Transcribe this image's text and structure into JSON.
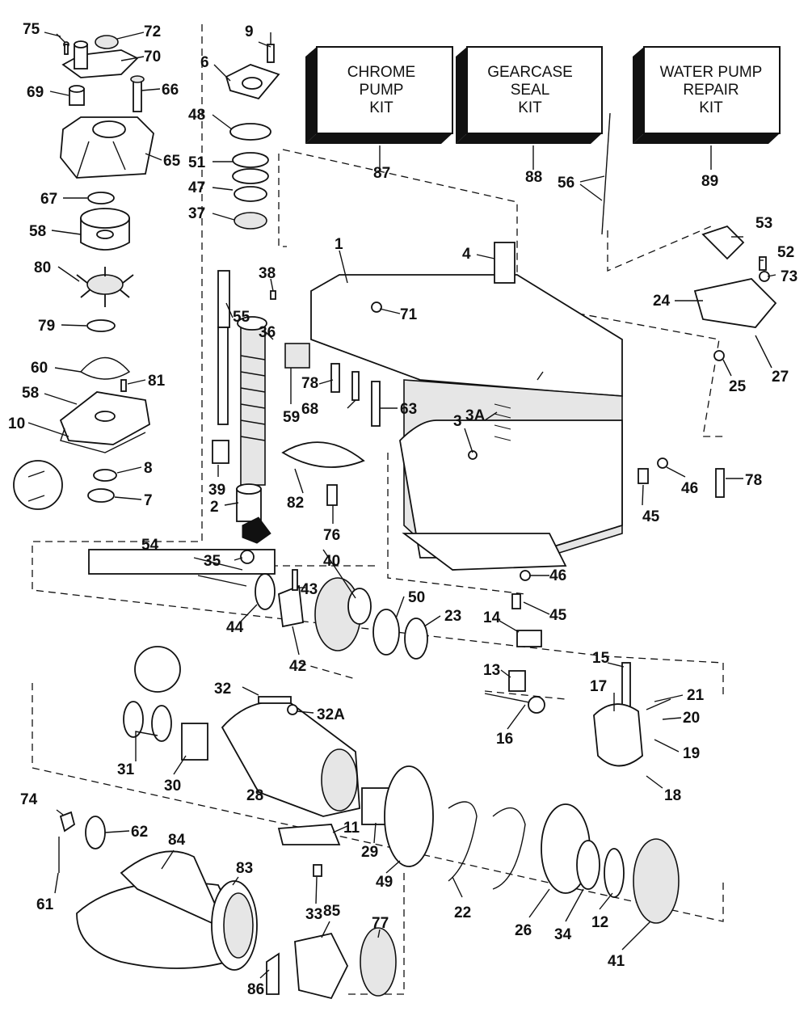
{
  "kits": [
    {
      "id": "chrome-pump-kit",
      "lines": [
        "CHROME",
        "PUMP",
        "KIT"
      ],
      "number": "87"
    },
    {
      "id": "gearcase-seal-kit",
      "lines": [
        "GEARCASE",
        "SEAL",
        "KIT"
      ],
      "number": "88"
    },
    {
      "id": "water-pump-repair-kit",
      "lines": [
        "WATER PUMP",
        "REPAIR",
        "KIT"
      ],
      "number": "89"
    }
  ],
  "labels": {
    "p1": "1",
    "p2": "2",
    "p3": "3",
    "p3a": "3A",
    "p4": "4",
    "p6": "6",
    "p7": "7",
    "p8": "8",
    "p9": "9",
    "p10": "10",
    "p11": "11",
    "p12": "12",
    "p13": "13",
    "p14": "14",
    "p15": "15",
    "p16": "16",
    "p17": "17",
    "p18": "18",
    "p19": "19",
    "p20": "20",
    "p21": "21",
    "p22": "22",
    "p23": "23",
    "p24": "24",
    "p25": "25",
    "p26": "26",
    "p27": "27",
    "p28": "28",
    "p29": "29",
    "p30": "30",
    "p31": "31",
    "p32": "32",
    "p32a": "32A",
    "p33": "33",
    "p34": "34",
    "p35": "35",
    "p36": "36",
    "p37": "37",
    "p38": "38",
    "p39": "39",
    "p40": "40",
    "p41": "41",
    "p42": "42",
    "p43": "43",
    "p44": "44",
    "p45a": "45",
    "p45b": "45",
    "p46a": "46",
    "p46b": "46",
    "p47": "47",
    "p48": "48",
    "p49": "49",
    "p50": "50",
    "p51": "51",
    "p52": "52",
    "p53": "53",
    "p54": "54",
    "p55": "55",
    "p56": "56",
    "p58a": "58",
    "p58b": "58",
    "p59": "59",
    "p60": "60",
    "p61": "61",
    "p62": "62",
    "p63": "63",
    "p65": "65",
    "p66": "66",
    "p67": "67",
    "p68": "68",
    "p69": "69",
    "p70": "70",
    "p71": "71",
    "p72": "72",
    "p73": "73",
    "p74": "74",
    "p75": "75",
    "p76": "76",
    "p77": "77",
    "p78a": "78",
    "p78b": "78",
    "p79": "79",
    "p80": "80",
    "p81": "81",
    "p82": "82",
    "p83": "83",
    "p84": "84",
    "p85": "85",
    "p86": "86"
  }
}
